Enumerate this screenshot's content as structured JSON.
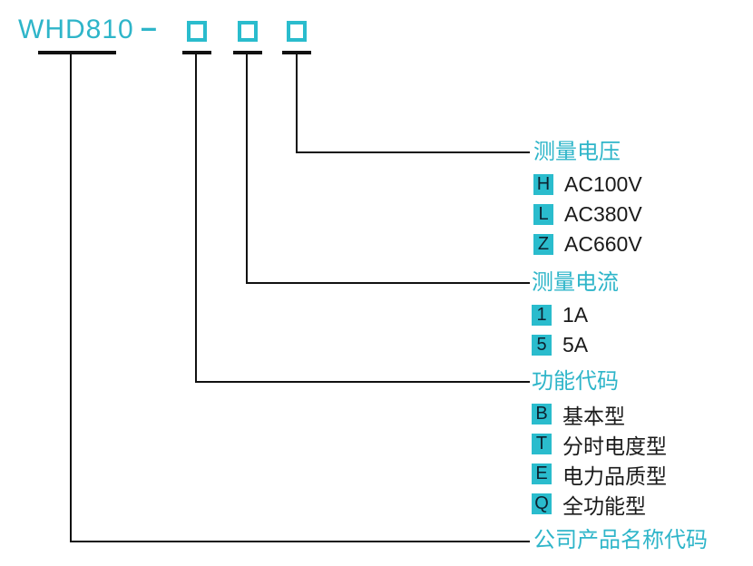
{
  "colors": {
    "accent": "#2EB5C9",
    "box_fill": "#2ABCCD",
    "code_text": "#0D2230",
    "line": "#111111",
    "text": "#1A1A1A",
    "background": "#FFFFFF"
  },
  "header": {
    "model": "WHD810",
    "separator": "–",
    "placeholder_count": 3
  },
  "sections": [
    {
      "id": "voltage",
      "title": "测量电压",
      "options": [
        {
          "code": "H",
          "label": "AC100V"
        },
        {
          "code": "L",
          "label": "AC380V"
        },
        {
          "code": "Z",
          "label": "AC660V"
        }
      ]
    },
    {
      "id": "current",
      "title": "测量电流",
      "options": [
        {
          "code": "1",
          "label": "1A"
        },
        {
          "code": "5",
          "label": "5A"
        }
      ]
    },
    {
      "id": "function",
      "title": "功能代码",
      "options": [
        {
          "code": "B",
          "label": "基本型"
        },
        {
          "code": "T",
          "label": "分时电度型"
        },
        {
          "code": "E",
          "label": "电力品质型"
        },
        {
          "code": "Q",
          "label": "全功能型"
        }
      ]
    },
    {
      "id": "company",
      "title": "公司产品名称代码",
      "options": []
    }
  ]
}
